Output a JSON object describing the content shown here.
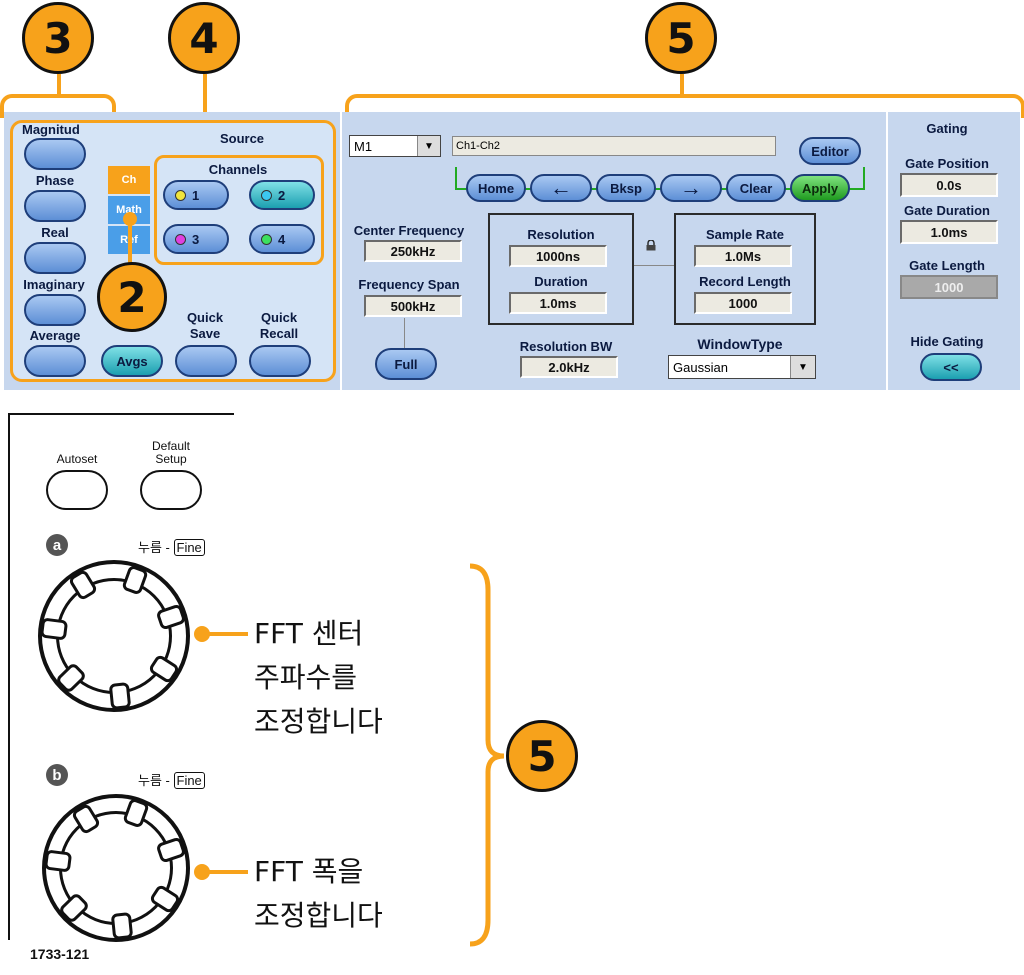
{
  "callouts": {
    "c3": "3",
    "c4": "4",
    "c5_top": "5",
    "c2": "2",
    "c5_bottom": "5"
  },
  "left_panel": {
    "buttons": [
      "Magnitud",
      "Phase",
      "Real",
      "Imaginary",
      "Average"
    ],
    "source_title": "Source",
    "tabs": {
      "ch": "Ch",
      "math": "Math",
      "ref": "Ref"
    },
    "channels_title": "Channels",
    "channels": [
      {
        "label": "1",
        "color": "#F0E43C"
      },
      {
        "label": "2",
        "color": "#3CC8F0"
      },
      {
        "label": "3",
        "color": "#E040E0"
      },
      {
        "label": "4",
        "color": "#3CE060"
      }
    ],
    "avgs": "Avgs",
    "quick_save": [
      "Quick",
      "Save"
    ],
    "quick_recall": [
      "Quick",
      "Recall"
    ]
  },
  "fft_panel": {
    "math_select": "M1",
    "expression": "Ch1-Ch2",
    "editor": "Editor",
    "home": "Home",
    "left_arrow": "←",
    "bksp": "Bksp",
    "right_arrow": "→",
    "clear": "Clear",
    "apply": "Apply",
    "center_freq_label": "Center Frequency",
    "center_freq": "250kHz",
    "span_label": "Frequency Span",
    "span": "500kHz",
    "full": "Full",
    "resolution_label": "Resolution",
    "resolution": "1000ns",
    "duration_label": "Duration",
    "duration": "1.0ms",
    "sample_rate_label": "Sample Rate",
    "sample_rate": "1.0Ms",
    "record_length_label": "Record Length",
    "record_length": "1000",
    "res_bw_label": "Resolution BW",
    "res_bw": "2.0kHz",
    "window_label": "WindowType",
    "window": "Gaussian"
  },
  "gating": {
    "title": "Gating",
    "gate_position_label": "Gate Position",
    "gate_position": "0.0s",
    "gate_duration_label": "Gate Duration",
    "gate_duration": "1.0ms",
    "gate_length_label": "Gate Length",
    "gate_length": "1000",
    "hide_label": "Hide Gating",
    "hide_button": "<<"
  },
  "front_panel": {
    "autoset": "Autoset",
    "default_setup": [
      "Default",
      "Setup"
    ],
    "knob_a": "a",
    "knob_b": "b",
    "push_label": "누름 -",
    "fine": "Fine",
    "knob_a_desc": [
      "FFT 센터",
      "주파수를",
      "조정합니다"
    ],
    "knob_b_desc": [
      "FFT 폭을",
      "조정합니다"
    ],
    "figure_id": "1733-121"
  },
  "colors": {
    "orange": "#F7A21B",
    "panel": "#C7D7EE",
    "button_blue": "#5d8fd6"
  }
}
